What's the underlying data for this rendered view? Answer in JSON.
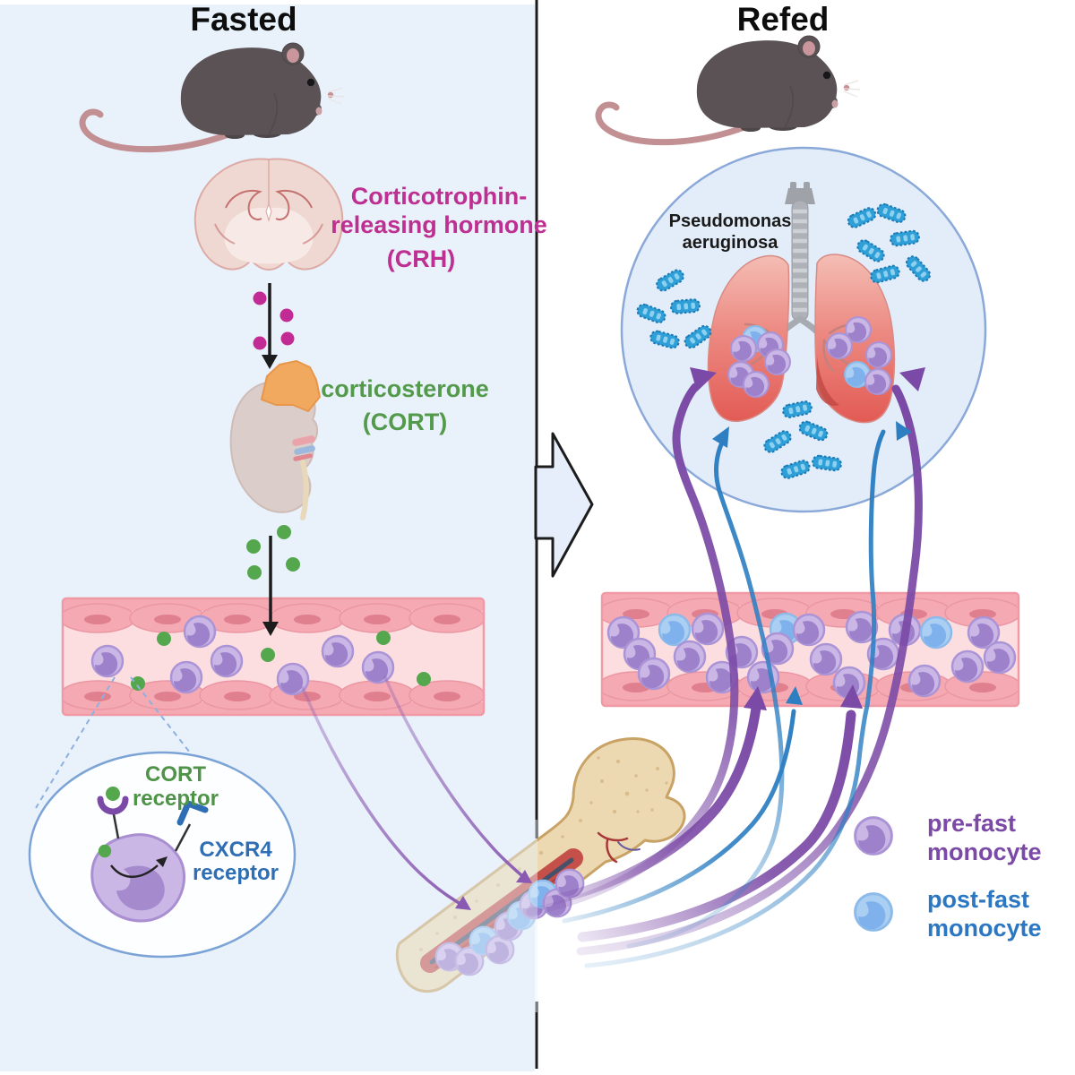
{
  "figure": {
    "fasted": {
      "title": "Fasted"
    },
    "refed": {
      "title": "Refed"
    },
    "labels": {
      "crh": {
        "line1": "Corticotrophin-",
        "line2": "releasing hormone",
        "line3": "(CRH)"
      },
      "cort": {
        "line1": "corticosterone",
        "line2": "(CORT)"
      },
      "pseudomonas": {
        "line1": "Pseudomonas",
        "line2": "aeruginosa"
      },
      "cort_receptor": {
        "line1": "CORT",
        "line2": "receptor"
      },
      "cxcr4_receptor": {
        "line1": "CXCR4",
        "line2": "receptor"
      }
    },
    "legend": {
      "items": [
        {
          "id": "pre-fast-monocyte",
          "line1": "pre-fast",
          "line2": "monocyte",
          "text_color": "#7b4aa6",
          "cell_color": "#cab7e6"
        },
        {
          "id": "post-fast-monocyte",
          "line1": "post-fast",
          "line2": "monocyte",
          "text_color": "#2b77c2",
          "cell_color": "#abcff2"
        }
      ]
    },
    "colors": {
      "fasted_panel_bg": "#e9f1fb",
      "refed_panel_bg": "#ffffff",
      "divider": "#1c1c1c",
      "crh_text": "#bd2f90",
      "crh_molecule": "#c32b94",
      "cort_text": "#539a4b",
      "cort_molecule": "#55a74e",
      "pre_fast_arrow": "#7b4aa6",
      "post_fast_arrow": "#2e7fc2",
      "bacteria": "#2f9fd8",
      "vessel_wall": "#f5a9b2",
      "vessel_lumen": "#fcdee1",
      "bone": "#ecd9b2",
      "bone_marrow": "#c5504a",
      "lung": "#e25953",
      "lung_circle": "#e2edf9"
    }
  }
}
